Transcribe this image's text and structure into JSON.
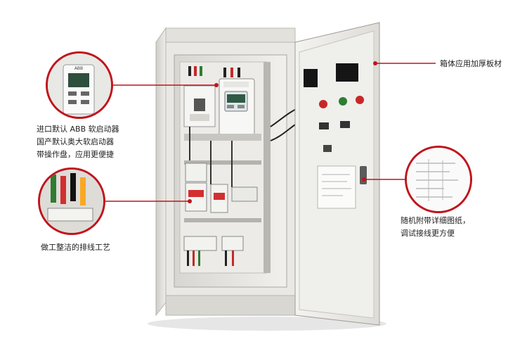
{
  "annotations": {
    "board": "箱体应用加厚板材",
    "starter": [
      "进口默认 ABB 软启动器",
      "国产默认奥大软启动器",
      "带操作盘，应用更便捷"
    ],
    "wiring": "做工整洁的排线工艺",
    "drawing": [
      "随机附带详细图纸，",
      "调试接线更方便"
    ]
  },
  "starter_display": {
    "brand": "ABB"
  },
  "colors": {
    "accent_red": "#c0141c",
    "cabinet": "#e9e8e4",
    "cabinet_shadow": "#b8b6b1"
  }
}
